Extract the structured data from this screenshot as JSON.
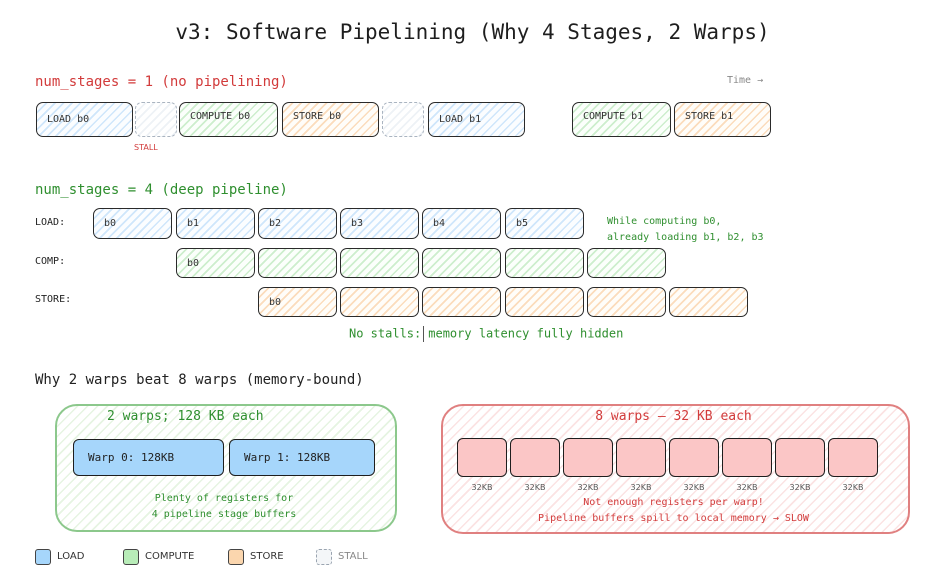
{
  "title": "v3: Software Pipelining (Why 4 Stages, 2 Warps)",
  "section1": {
    "heading": "num_stages = 1 (no pipelining)",
    "time_label": "Time →",
    "stall_label": "STALL",
    "blocks": [
      "LOAD b0",
      "COMPUTE b0",
      "STORE b0",
      "LOAD b1",
      "COMPUTE b1",
      "STORE b1"
    ]
  },
  "section2": {
    "heading": "num_stages = 4 (deep pipeline)",
    "rows": {
      "load": "LOAD:",
      "comp": "COMP:",
      "store": "STORE:"
    },
    "load_blocks": [
      "b0",
      "b1",
      "b2",
      "b3",
      "b4",
      "b5"
    ],
    "comp_first": "b0",
    "store_first": "b0",
    "note_line1": "While computing b0,",
    "note_line2": "already loading b1, b2, b3",
    "footer_left": "No stalls:",
    "footer_right": "memory latency fully hidden"
  },
  "section3": {
    "heading": "Why 2 warps beat 8 warps (memory-bound)",
    "left_panel": {
      "title": "2 warps; 128 KB each",
      "warps": [
        "Warp 0: 128KB",
        "Warp 1: 128KB"
      ],
      "note_line1": "Plenty of registers for",
      "note_line2": "4 pipeline stage buffers"
    },
    "right_panel": {
      "title": "8 warps — 32 KB each",
      "warp_labels": [
        "32KB",
        "32KB",
        "32KB",
        "32KB",
        "32KB",
        "32KB",
        "32KB",
        "32KB"
      ],
      "note_line1": "Not enough registers per warp!",
      "note_line2": "Pipeline buffers spill to local memory → SLOW"
    }
  },
  "legend": {
    "load": "LOAD",
    "compute": "COMPUTE",
    "store": "STORE",
    "stall": "STALL"
  },
  "colors": {
    "load": "#a6d6fb",
    "compute": "#b8ecb8",
    "store": "#fbd6ae",
    "stall": "#d0d6de",
    "red_heading": "#d23b3b",
    "green_heading": "#2f8f2f"
  }
}
